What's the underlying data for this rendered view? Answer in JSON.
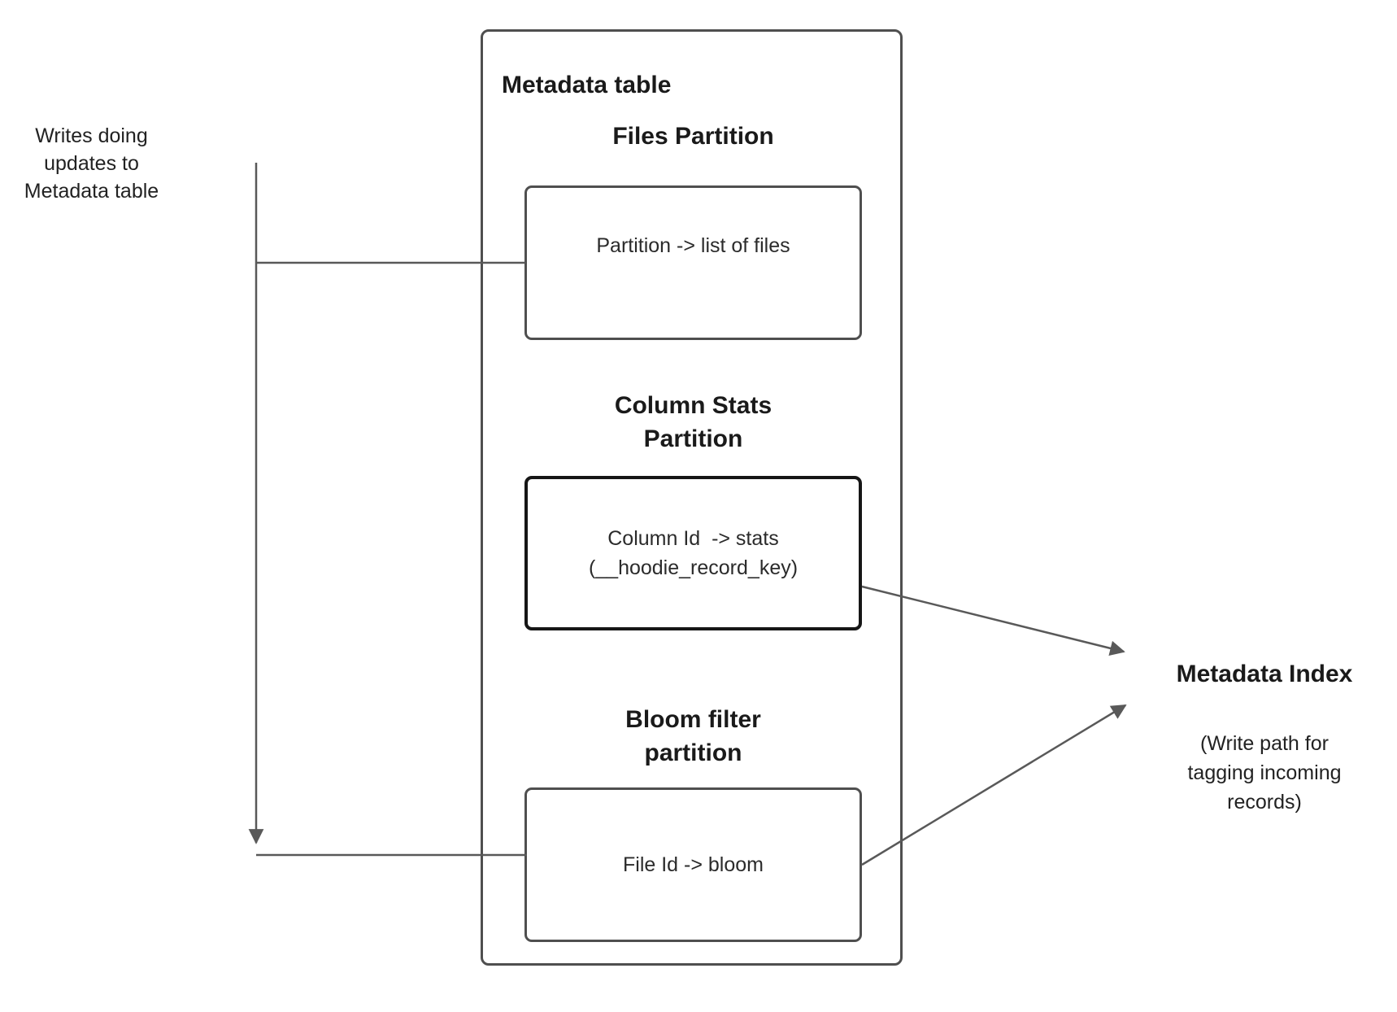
{
  "note_left": {
    "text": "Writes doing\nupdates to\nMetadata table"
  },
  "metadata_table": {
    "title": "Metadata table",
    "files_partition": {
      "heading": "Files Partition",
      "body": "Partition -> list of files"
    },
    "column_stats_partition": {
      "heading": "Column Stats\nPartition",
      "body": "Column Id  -> stats\n(__hoodie_record_key)"
    },
    "bloom_filter_partition": {
      "heading": "Bloom filter\npartition",
      "body": "File Id -> bloom"
    }
  },
  "metadata_index": {
    "title": "Metadata Index",
    "note": "(Write path for\ntagging incoming\nrecords)"
  },
  "colors": {
    "background": "#ffffff",
    "box_border_gray": "#4f4f4f",
    "box_border_dark": "#161616",
    "arrow": "#595959",
    "text_primary": "#1a1a1a"
  }
}
